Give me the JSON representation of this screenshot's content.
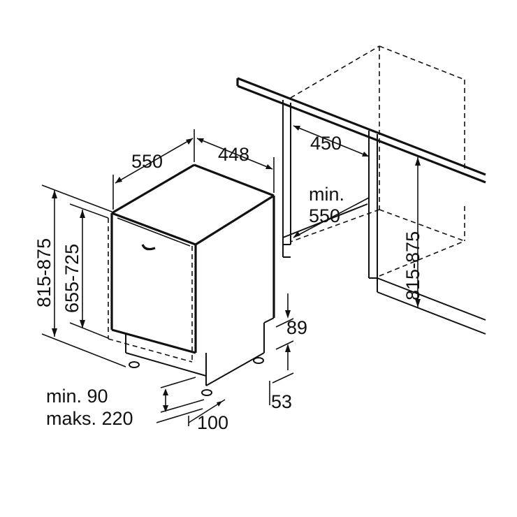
{
  "diagram": {
    "colors": {
      "line": "#111111",
      "background": "#ffffff"
    },
    "dimensions": {
      "depth": "550",
      "width": "448",
      "niche_width": "450",
      "niche_depth_min": "min.",
      "niche_depth_value": "550",
      "height_range": "815-875",
      "door_height_range": "655-725",
      "niche_height_range": "815-875",
      "plinth_top": "89",
      "plinth_bottom": "53",
      "plinth_height_min": "min. 90",
      "plinth_height_max": "maks. 220",
      "plinth_depth": "100"
    }
  }
}
